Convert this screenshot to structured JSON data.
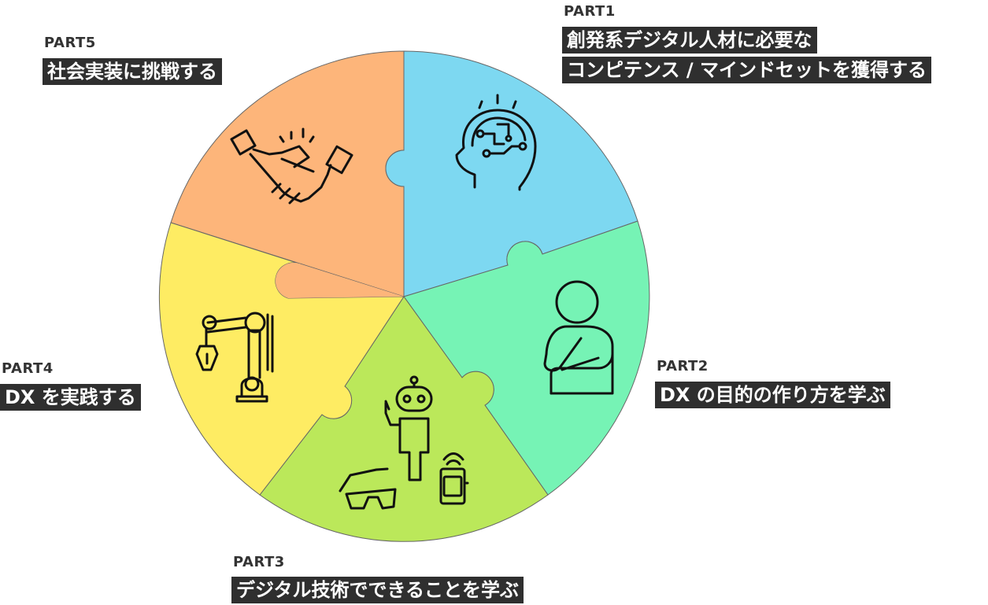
{
  "colors": {
    "part1": "#7dd8f1",
    "part2": "#76f3b5",
    "part3": "#bbe85a",
    "part4": "#feec63",
    "part5": "#fdb57a",
    "label_bg": "#2f2f2f",
    "label_text": "#ffffff",
    "outline": "#666666"
  },
  "parts": [
    {
      "id": "part1",
      "label": "PART1",
      "lines": [
        "創発系デジタル人材に必要な",
        "コンピテンス / マインドセットを獲得する"
      ],
      "icon": "brain-circuit-icon"
    },
    {
      "id": "part2",
      "label": "PART2",
      "lines": [
        "DX の目的の作り方を学ぶ"
      ],
      "icon": "thinking-person-icon"
    },
    {
      "id": "part3",
      "label": "PART3",
      "lines": [
        "デジタル技術でできることを学ぶ"
      ],
      "icon": "robot-glasses-watch-icon"
    },
    {
      "id": "part4",
      "label": "PART4",
      "lines": [
        "DX を実践する"
      ],
      "icon": "robot-arm-icon"
    },
    {
      "id": "part5",
      "label": "PART5",
      "lines": [
        "社会実装に挑戦する"
      ],
      "icon": "handshake-icon"
    }
  ]
}
